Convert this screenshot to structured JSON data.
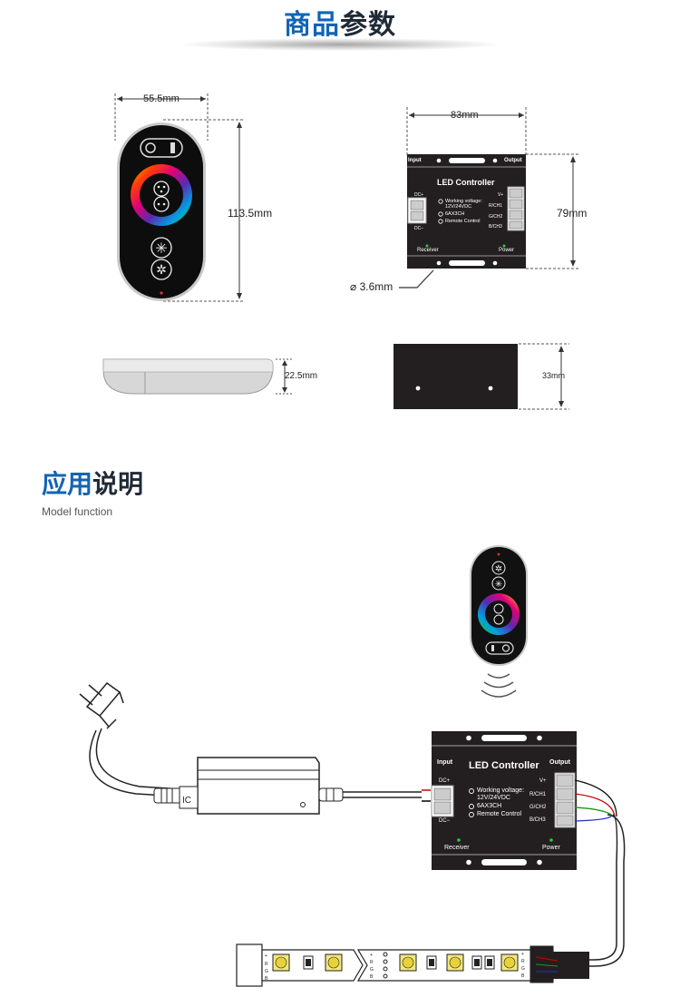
{
  "header": {
    "title_part1": "商品",
    "title_part2": "参数"
  },
  "dimensions": {
    "remote_width": "55.5mm",
    "remote_height": "113.5mm",
    "remote_depth": "22.5mm",
    "controller_width": "83mm",
    "controller_height": "79mm",
    "controller_hole": "3.6mm",
    "controller_depth": "33mm"
  },
  "controller": {
    "title": "LED Controller",
    "input_label": "Input",
    "output_label": "Output",
    "dc_plus": "DC+",
    "dc_minus": "DC−",
    "spec_1": "Working voltage:",
    "spec_1b": "12V/24VDC",
    "spec_2": "6AX3CH",
    "spec_3": "Remote Control",
    "v_plus": "V+",
    "r_ch1": "R/CH1",
    "g_ch2": "G/CH2",
    "b_ch3": "B/CH3",
    "receiver": "Receiver",
    "power": "Power"
  },
  "section2": {
    "title_part1": "应用",
    "title_part2": "说明",
    "subtitle": "Model function"
  },
  "strip_pins": [
    "+",
    "R",
    "G",
    "B"
  ],
  "colors": {
    "accent": "#1364b4",
    "controller_body": "#231f20",
    "led_yellow": "#f3e77c"
  }
}
